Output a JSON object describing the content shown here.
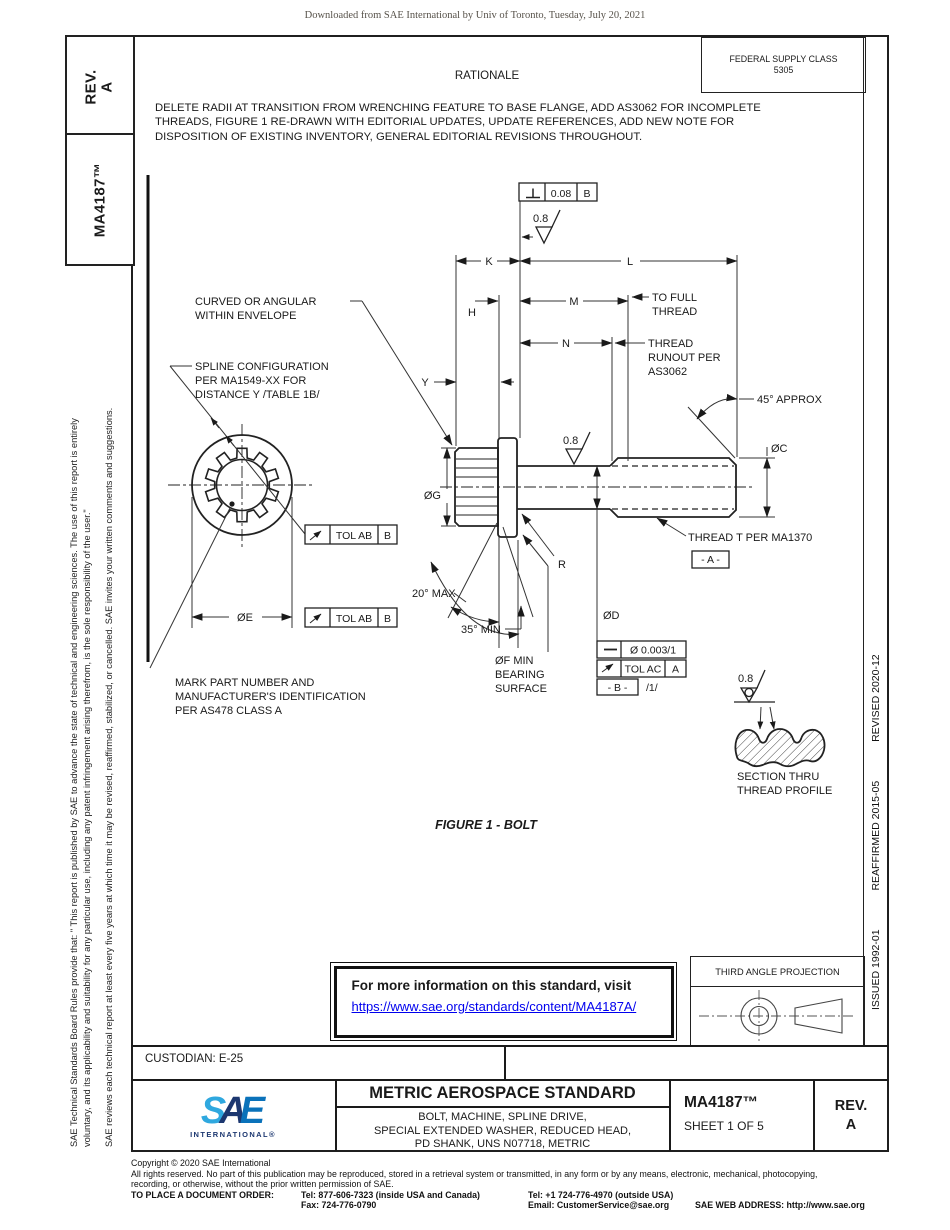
{
  "page": {
    "watermark": "Downloaded from SAE International by Univ of Toronto, Tuesday, July 20, 2021"
  },
  "sidebar": {
    "rev_label": "REV.",
    "rev_value": "A",
    "doc_number": "MA4187™",
    "disclaimer_line1": "SAE Technical Standards Board Rules provide that: \" This report is published by SAE to advance the state of technical and engineering sciences. The use of this report is entirely",
    "disclaimer_line2": "voluntary, and its applicability and suitability for any particular use, including any patent infringement arising therefrom, is the sole responsibility of the user.\"",
    "disclaimer_line3": "SAE reviews each technical report at least every five years at which time it may be revised, reaffirmed, stabilized, or cancelled. SAE invites your written comments and suggestions."
  },
  "header": {
    "fsc_label": "FEDERAL SUPPLY CLASS",
    "fsc_value": "5305",
    "rationale_title": "RATIONALE",
    "rationale_line1": "DELETE RADII AT TRANSITION FROM WRENCHING FEATURE TO BASE FLANGE, ADD AS3062 FOR INCOMPLETE",
    "rationale_line2": "THREADS, FIGURE 1 RE-DRAWN WITH EDITORIAL UPDATES, UPDATE REFERENCES, ADD NEW NOTE FOR",
    "rationale_line3": "DISPOSITION OF EXISTING INVENTORY, GENERAL EDITORIAL REVISIONS THROUGHOUT."
  },
  "drawing": {
    "labels": {
      "fcf_perp_value": "0.08",
      "fcf_perp_datum": "B",
      "sf_top": "0.8",
      "sf_shank": "0.8",
      "sf_section": "0.8",
      "dim_k": "K",
      "dim_l": "L",
      "dim_m": "M",
      "dim_n": "N",
      "dim_h": "H",
      "dim_y": "Y",
      "dia_g": "ØG",
      "dia_e": "ØE",
      "dia_d": "ØD",
      "dia_c": "ØC",
      "dia_f_1": "ØF MIN",
      "dia_f_2": "BEARING",
      "dia_f_3": "SURFACE",
      "radius": "R",
      "to_full_1": "TO FULL",
      "to_full_2": "THREAD",
      "runout_1": "THREAD",
      "runout_2": "RUNOUT PER",
      "runout_3": "AS3062",
      "angle_45": "45° APPROX",
      "angle_20": "20° MAX",
      "angle_35": "35° MIN",
      "curved_1": "CURVED OR ANGULAR",
      "curved_2": "WITHIN ENVELOPE",
      "spline_1": "SPLINE CONFIGURATION",
      "spline_2": "PER MA1549-XX FOR",
      "spline_3": "DISTANCE Y /TABLE 1B/",
      "mark_1": "MARK PART NUMBER AND",
      "mark_2": "MANUFACTURER'S IDENTIFICATION",
      "mark_3": "PER AS478 CLASS A",
      "tol_ab": "TOL AB",
      "tol_ab_datum": "B",
      "straightness_value": "Ø 0.003/1",
      "tol_ac": "TOL AC",
      "tol_ac_datum": "A",
      "datum_b": "- B -",
      "flagnote": "/1/",
      "thread_note": "THREAD T PER MA1370",
      "datum_a": "- A -",
      "section_1": "SECTION THRU",
      "section_2": "THREAD PROFILE",
      "caption": "FIGURE 1 - BOLT"
    }
  },
  "dates": {
    "issued": "ISSUED 1992-01",
    "reaffirmed": "REAFFIRMED 2015-05",
    "revised": "REVISED 2020-12"
  },
  "info_box": {
    "line1": "For more information on this standard, visit",
    "link": "https://www.sae.org/standards/content/MA4187A/"
  },
  "projection": {
    "label": "THIRD ANGLE PROJECTION"
  },
  "title_block": {
    "custodian": "CUSTODIAN: E-25",
    "logo_s": "S",
    "logo_a": "A",
    "logo_e": "E",
    "logo_sub": "INTERNATIONAL®",
    "title": "METRIC AEROSPACE STANDARD",
    "subtitle_1": "BOLT, MACHINE, SPLINE DRIVE,",
    "subtitle_2": "SPECIAL EXTENDED WASHER, REDUCED HEAD,",
    "subtitle_3": "PD SHANK, UNS N07718, METRIC",
    "doc_number": "MA4187™",
    "sheet": "SHEET 1 OF 5",
    "rev_label": "REV.",
    "rev_value": "A"
  },
  "footer": {
    "copyright": "Copyright © 2020 SAE International",
    "rights_1": "All rights reserved. No part of this publication may be reproduced, stored in a retrieval system or transmitted, in any form or by any means, electronic, mechanical, photocopying,",
    "rights_2": "recording, or otherwise, without the prior written permission of SAE.",
    "order_label": "TO PLACE A DOCUMENT ORDER:",
    "tel_inside": "Tel: 877-606-7323 (inside USA and Canada)",
    "tel_outside": "Tel: +1 724-776-4970 (outside USA)",
    "fax": "Fax: 724-776-0790",
    "email": "Email: CustomerService@sae.org",
    "web": "SAE WEB ADDRESS: http://www.sae.org"
  },
  "colors": {
    "link": "#0000EE",
    "logo_s": "#2FA8DF",
    "logo_a": "#1C3770",
    "logo_e": "#0A72BA"
  }
}
